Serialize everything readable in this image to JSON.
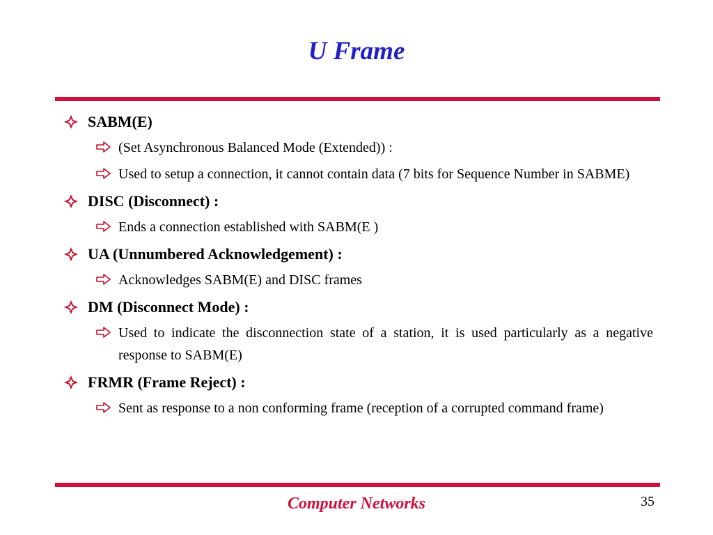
{
  "slide": {
    "title": "U Frame",
    "footer": "Computer Networks",
    "page_number": "35",
    "accent_color": "#d0103a",
    "title_color": "#2020c8"
  },
  "bullets": [
    {
      "icon": "diamond-bullet-icon",
      "label": "SABM(E)",
      "subitems": [
        {
          "icon": "arrow-right-icon",
          "text": "(Set Asynchronous Balanced Mode (Extended)) :"
        },
        {
          "icon": "arrow-right-icon",
          "text": "Used to setup a connection, it cannot contain data (7 bits for Sequence Number in SABME)"
        }
      ]
    },
    {
      "icon": "diamond-bullet-icon",
      "label": "DISC (Disconnect) :",
      "subitems": [
        {
          "icon": "arrow-right-icon",
          "text": "Ends a connection established with SABM(E )"
        }
      ]
    },
    {
      "icon": "diamond-bullet-icon",
      "label": "UA (Unnumbered Acknowledgement) :",
      "subitems": [
        {
          "icon": "arrow-right-icon",
          "text": "Acknowledges SABM(E) and DISC frames"
        }
      ]
    },
    {
      "icon": "diamond-bullet-icon",
      "label": "DM (Disconnect Mode) :",
      "subitems": [
        {
          "icon": "arrow-right-icon",
          "text": "Used to indicate the disconnection state of a station, it is used particularly as a negative response to SABM(E)"
        }
      ]
    },
    {
      "icon": "diamond-bullet-icon",
      "label": "FRMR (Frame Reject) :",
      "subitems": [
        {
          "icon": "arrow-right-icon",
          "text": "Sent as response to a non conforming frame (reception of a corrupted command frame)"
        }
      ]
    }
  ]
}
